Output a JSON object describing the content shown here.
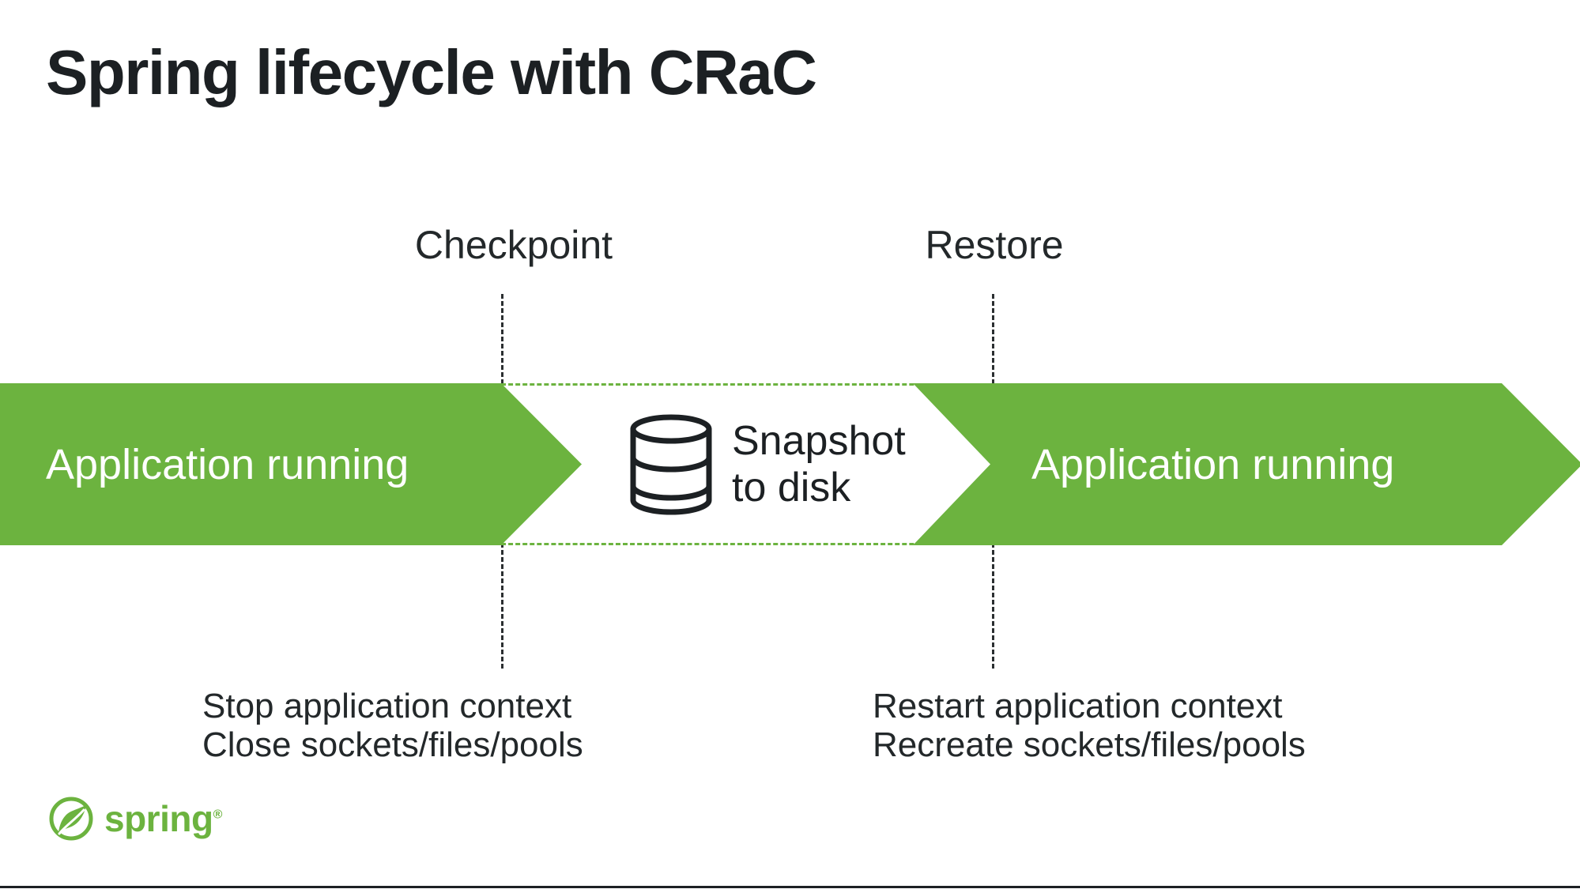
{
  "slide": {
    "title": "Spring lifecycle with CRaC",
    "background_color": "#ffffff",
    "title_color": "#1c2023",
    "accent_green": "#6cb33f"
  },
  "markers": {
    "checkpoint": "Checkpoint",
    "restore": "Restore"
  },
  "band": {
    "left_phase_label": "Application running",
    "right_phase_label": "Application running",
    "snapshot_label": "Snapshot\nto disk",
    "snapshot_icon": "database-cylinder-icon"
  },
  "notes": {
    "checkpoint_note": "Stop application context\nClose sockets/files/pools",
    "restore_note": "Restart application context\nRecreate sockets/files/pools"
  },
  "branding": {
    "wordmark": "spring",
    "trademark": "®",
    "logo_icon": "spring-leaf-icon"
  }
}
